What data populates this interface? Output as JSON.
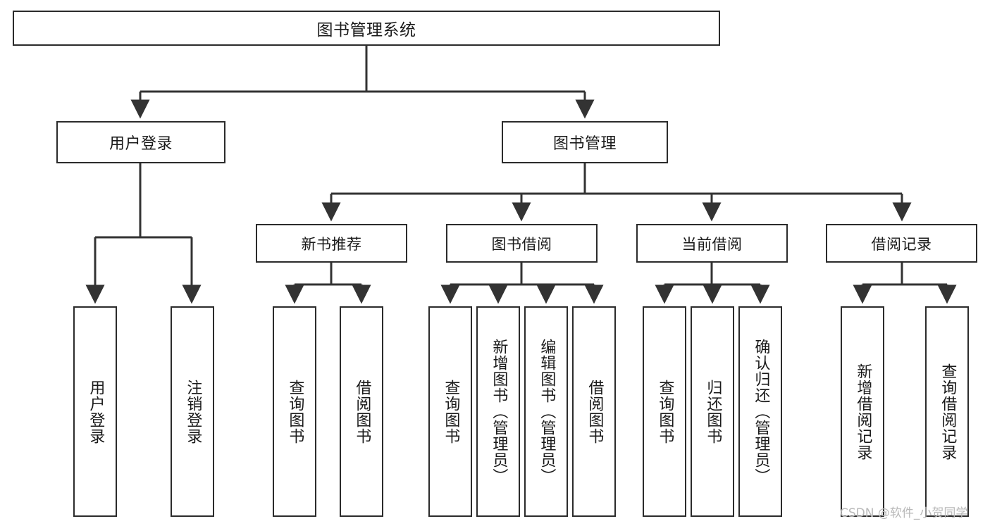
{
  "diagram": {
    "title": "图书管理系统",
    "root": {
      "id": "root",
      "label": "图书管理系统"
    },
    "level2": [
      {
        "id": "user-login",
        "label": "用户登录"
      },
      {
        "id": "book-manage",
        "label": "图书管理"
      }
    ],
    "level3": [
      {
        "id": "new-book-rec",
        "label": "新书推荐"
      },
      {
        "id": "book-borrow",
        "label": "图书借阅"
      },
      {
        "id": "current-borrow",
        "label": "当前借阅"
      },
      {
        "id": "borrow-record",
        "label": "借阅记录"
      }
    ],
    "leaves": [
      {
        "id": "leaf-user-login",
        "label": "用户登录",
        "parent": "user-login"
      },
      {
        "id": "leaf-logout",
        "label": "注销登录",
        "parent": "user-login"
      },
      {
        "id": "leaf-query-book-1",
        "label": "查询图书",
        "parent": "new-book-rec"
      },
      {
        "id": "leaf-borrow-book-1",
        "label": "借阅图书",
        "parent": "new-book-rec"
      },
      {
        "id": "leaf-query-book-2",
        "label": "查询图书",
        "parent": "book-borrow"
      },
      {
        "id": "leaf-add-book",
        "label": "新增图书（管理员）",
        "parent": "book-borrow"
      },
      {
        "id": "leaf-edit-book",
        "label": "编辑图书（管理员）",
        "parent": "book-borrow"
      },
      {
        "id": "leaf-borrow-book-2",
        "label": "借阅图书",
        "parent": "book-borrow"
      },
      {
        "id": "leaf-query-book-3",
        "label": "查询图书",
        "parent": "current-borrow"
      },
      {
        "id": "leaf-return-book",
        "label": "归还图书",
        "parent": "current-borrow"
      },
      {
        "id": "leaf-confirm-return",
        "label": "确认归还（管理员）",
        "parent": "current-borrow"
      },
      {
        "id": "leaf-add-record",
        "label": "新增借阅记录",
        "parent": "borrow-record"
      },
      {
        "id": "leaf-query-record",
        "label": "查询借阅记录",
        "parent": "borrow-record"
      }
    ]
  },
  "watermark": {
    "text": "CSDN @软件_小贺同学"
  },
  "colors": {
    "border": "#2b2b2b",
    "text": "#1a1a1a",
    "background": "#ffffff",
    "connector": "#333333",
    "watermark": "#b9b9b9"
  }
}
